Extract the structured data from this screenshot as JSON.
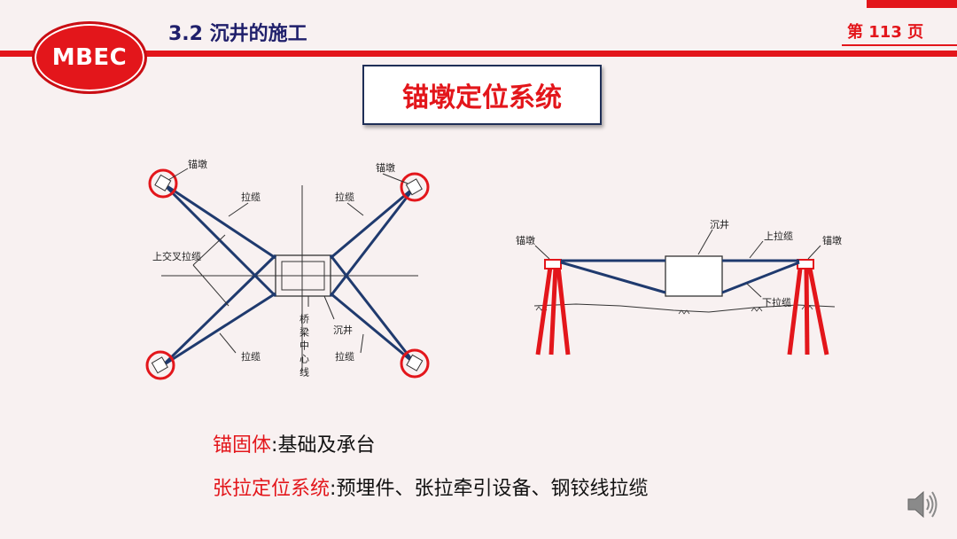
{
  "header": {
    "logo_text": "MBEC",
    "section_title": "3.2 沉井的施工",
    "page_number": "第 113  页"
  },
  "slide_title": "锚墩定位系统",
  "left_diagram": {
    "label_anchor_tl": "锚墩",
    "label_anchor_tr": "锚墩",
    "label_cable_tl": "拉缆",
    "label_cable_tr": "拉缆",
    "label_cross_cable": "上交叉拉缆",
    "label_bridge_centerline": "桥梁中心线",
    "label_caisson": "沉井",
    "label_cable_bl": "拉缆",
    "label_cable_br": "拉缆"
  },
  "right_diagram": {
    "label_anchor_left": "锚墩",
    "label_anchor_right": "锚墩",
    "label_caisson": "沉井",
    "label_upper_cable": "上拉缆",
    "label_lower_cable": "下拉缆"
  },
  "body": {
    "line1_term": "锚固体",
    "line1_sep": ":",
    "line1_desc": "基础及承台",
    "line2_term": "张拉定位系统",
    "line2_sep": ":",
    "line2_desc": "预埋件、张拉牵引设备、钢铰线拉缆"
  },
  "colors": {
    "accent_red": "#e3161b",
    "navy": "#1f2f57",
    "cable_blue": "#1f3a6e"
  },
  "icons": [
    "speaker-icon"
  ]
}
